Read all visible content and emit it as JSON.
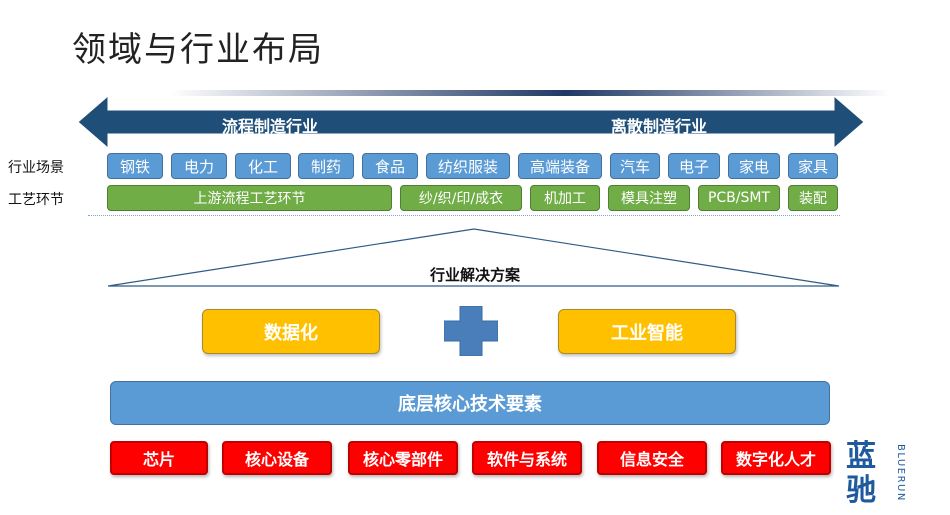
{
  "title": "领域与行业布局",
  "arrow": {
    "left_label": "流程制造行业",
    "right_label": "离散制造行业"
  },
  "row_labels": {
    "scenes": "行业场景",
    "process": "工艺环节"
  },
  "scenes": [
    "钢铁",
    "电力",
    "化工",
    "制药",
    "食品",
    "纺织服装",
    "高端装备",
    "汽车",
    "电子",
    "家电",
    "家具"
  ],
  "process": [
    "上游流程工艺环节",
    "纱/织/印/成衣",
    "机加工",
    "模具注塑",
    "PCB/SMT",
    "装配"
  ],
  "solution": {
    "title": "行业解决方案",
    "left": "数据化",
    "right": "工业智能"
  },
  "base": "底层核心技术要素",
  "elements": [
    "芯片",
    "核心设备",
    "核心零部件",
    "软件与系统",
    "信息安全",
    "数字化人才"
  ],
  "logo": {
    "cn_1": "蓝",
    "cn_2": "驰",
    "en": "BLUERUN"
  },
  "colors": {
    "navy": "#1f3864",
    "blue": "#5b9bd5",
    "green": "#70ad47",
    "yellow": "#ffc000",
    "red": "#ff0000"
  }
}
